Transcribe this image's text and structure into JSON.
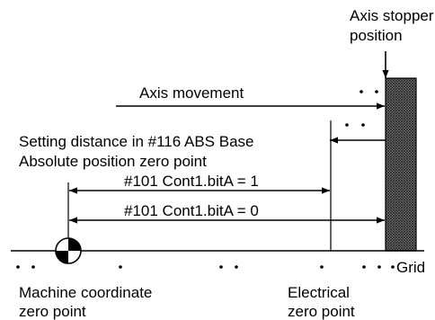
{
  "labels": {
    "stopper_line1": "Axis stopper",
    "stopper_line2": "position",
    "axis_movement": "Axis movement",
    "setting_line1": "Setting distance in #116 ABS Base",
    "setting_line2": "Absolute position zero point",
    "dim_bitA_1": "#101 Cont1.bitA = 1",
    "dim_bitA_0": "#101 Cont1.bitA = 0",
    "grid": "Grid",
    "machine_line1": "Machine coordinate",
    "machine_line2": "zero point",
    "electrical_line1": "Electrical",
    "electrical_line2": "zero point"
  },
  "colors": {
    "stopper_fill": "#555555",
    "line": "#000000"
  }
}
